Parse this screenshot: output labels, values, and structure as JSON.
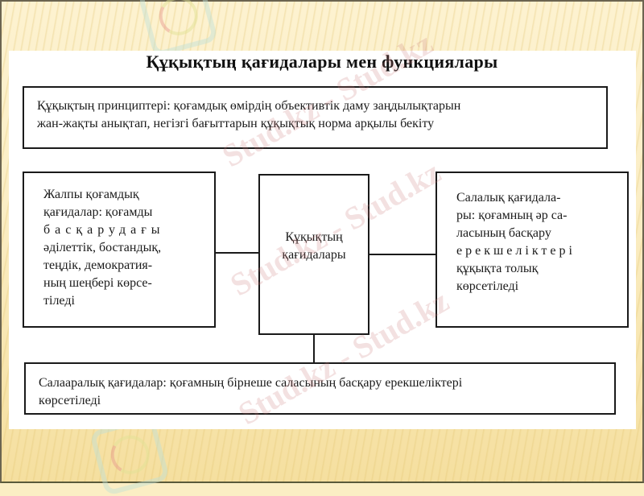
{
  "slide": {
    "title": "Құқықтың қағидалары мен функциялары",
    "watermark": "Stud.kz - Stud.kz",
    "colors": {
      "background": "#fbeec4",
      "content_background": "#ffffff",
      "border": "#1a1a1a",
      "text": "#1a1a1a"
    }
  },
  "diagram": {
    "top_box": {
      "line1": "Құқықтың принциптері: қоғамдық өмірдің объективтік даму заңдылықтарын",
      "line2": "жан-жақты анықтап, негізгі бағыттарын құқықтық норма арқылы бекіту"
    },
    "center_box": {
      "line1": "Құқықтың",
      "line2": "қағидалары"
    },
    "left_box": {
      "lines": [
        "Жалпы қоғамдық",
        "қағидалар: қоғамды",
        "басқарудағы",
        "әділеттік, бостандық,",
        "теңдік, демократия-",
        "ның шеңбері көрсе-",
        "тіледі"
      ]
    },
    "right_box": {
      "lines": [
        "Салалық қағидала-",
        "ры: қоғамның әр са-",
        "ласының басқару",
        "ерекшеліктері",
        "құқықта толық",
        "көрсетіледі"
      ]
    },
    "bottom_box": {
      "line1": "Салааралық қағидалар: қоғамның бірнеше саласының басқару ерекшеліктері",
      "line2": "көрсетіледі"
    }
  }
}
